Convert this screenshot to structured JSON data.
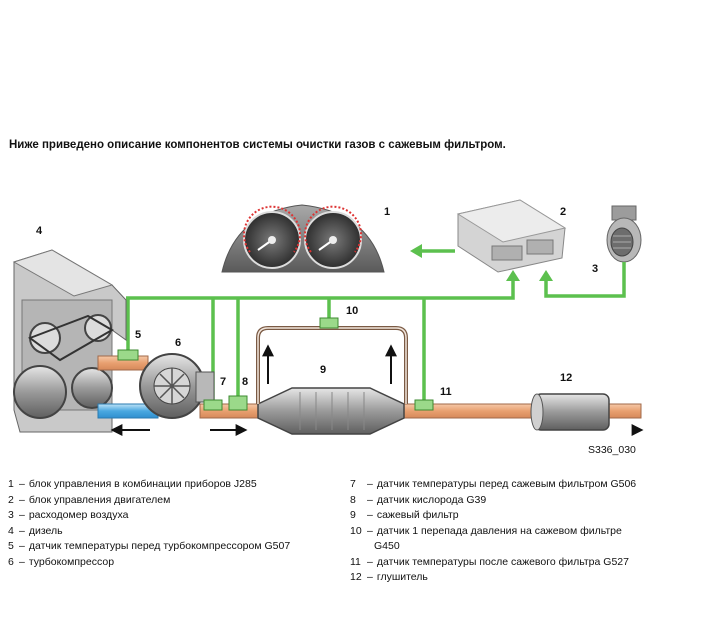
{
  "title": "Ниже приведено описание компонентов системы очистки газов с сажевым фильтром.",
  "figure_code": "S336_030",
  "callouts": [
    "1",
    "2",
    "3",
    "4",
    "5",
    "6",
    "7",
    "8",
    "9",
    "10",
    "11",
    "12"
  ],
  "colors": {
    "signal": "#5cc04e",
    "exhaust": "#e8a070",
    "intake": "#4aa8e0",
    "tube": "#7a5a44"
  },
  "legend_left": [
    {
      "n": "1",
      "dash": "–",
      "text": "блок управления в комбинации приборов J285"
    },
    {
      "n": "2",
      "dash": "–",
      "text": "блок управления двигателем"
    },
    {
      "n": "3",
      "dash": "–",
      "text": "расходомер воздуха"
    },
    {
      "n": "4",
      "dash": "–",
      "text": "дизель"
    },
    {
      "n": "5",
      "dash": "–",
      "text": "датчик температуры перед турбокомпрессором G507"
    },
    {
      "n": "6",
      "dash": "–",
      "text": "турбокомпрессор"
    }
  ],
  "legend_right": [
    {
      "n": "7",
      "dash": "–",
      "text": "датчик температуры перед сажевым фильтром G506"
    },
    {
      "n": "8",
      "dash": "–",
      "text": "датчик кислорода G39"
    },
    {
      "n": "9",
      "dash": "–",
      "text": "сажевый фильтр"
    },
    {
      "n": "10",
      "dash": "–",
      "text": "датчик 1 перепада давления на сажевом фильтре",
      "cont": "G450"
    },
    {
      "n": "11",
      "dash": "–",
      "text": "датчик температуры после сажевого фильтра G527"
    },
    {
      "n": "12",
      "dash": "–",
      "text": "глушитель"
    }
  ]
}
